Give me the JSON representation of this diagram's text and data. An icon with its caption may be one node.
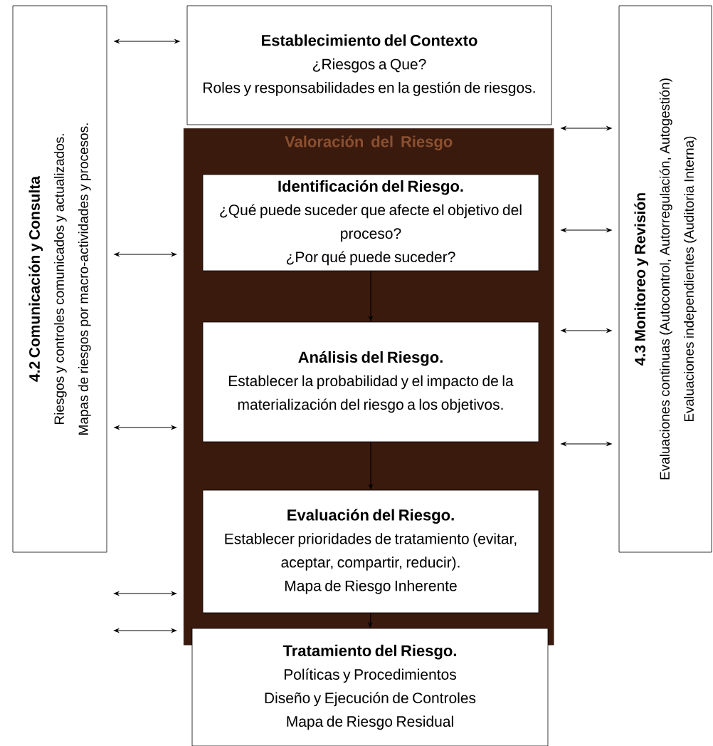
{
  "diagram": {
    "nodes": [
      {
        "text": [
          "4.2 Comunicación  y  Consulta",
          "Riesgos y controles comunicados y actualizados.",
          "Mapas de riesgos por macro-actividades y procesos."
        ]
      },
      {
        "text": [
          "Establecimiento del Contexto",
          "¿Riesgos a Que?",
          "Roles y responsabilidades en la gestión de riesgos."
        ]
      },
      {
        "text": [
          "Valoración del Riesgo"
        ]
      },
      {
        "text": [
          "Identificación del Riesgo.",
          "¿Qué puede suceder que afecte el objetivo del proceso?",
          "¿Por qué puede suceder?"
        ],
        "in": 2
      },
      {
        "text": [
          "Análisis del Riesgo.",
          "Establecer la probabilidad y el impacto de la materialización del riesgo a los objetivos."
        ],
        "in": 2
      },
      {
        "text": [
          "Evaluación del Riesgo.",
          "Establecer prioridades de tratamiento (evitar, aceptar, compartir, reducir).",
          "Mapa de Riesgo Inherente"
        ],
        "in": 2
      },
      {
        "text": [
          "Tratamiento del Riesgo.",
          "Políticas y Procedimientos",
          "Diseño y Ejecución de Controles",
          "Mapa de Riesgo Residual"
        ]
      },
      {
        "text": [
          "4.3 Monitoreo  y  Revisión",
          "Evaluaciones continuas (Autocontrol, Autorregulación, Autogestión)",
          "Evaluaciones independientes (Auditoria Interna)"
        ]
      }
    ],
    "edges": [
      {
        "from": 3,
        "to": 4,
        "arrow": "to"
      },
      {
        "from": 4,
        "to": 5,
        "arrow": "to"
      },
      {
        "from": 5,
        "to": 6,
        "arrow": "to"
      },
      {
        "from": 0,
        "to": 1,
        "arrow": "both"
      },
      {
        "from": 0,
        "to": 2,
        "arrow": "both"
      },
      {
        "from": 0,
        "to": 2,
        "arrow": "both"
      },
      {
        "from": null,
        "to": 2,
        "arrow": "both"
      },
      {
        "from": null,
        "to": 2,
        "arrow": "both"
      },
      {
        "from": 2,
        "to": 7,
        "arrow": "both"
      },
      {
        "from": 2,
        "to": 7,
        "arrow": "both"
      },
      {
        "from": 2,
        "to": 7,
        "arrow": "both"
      },
      {
        "from": 2,
        "to": 7,
        "arrow": "both"
      }
    ]
  }
}
